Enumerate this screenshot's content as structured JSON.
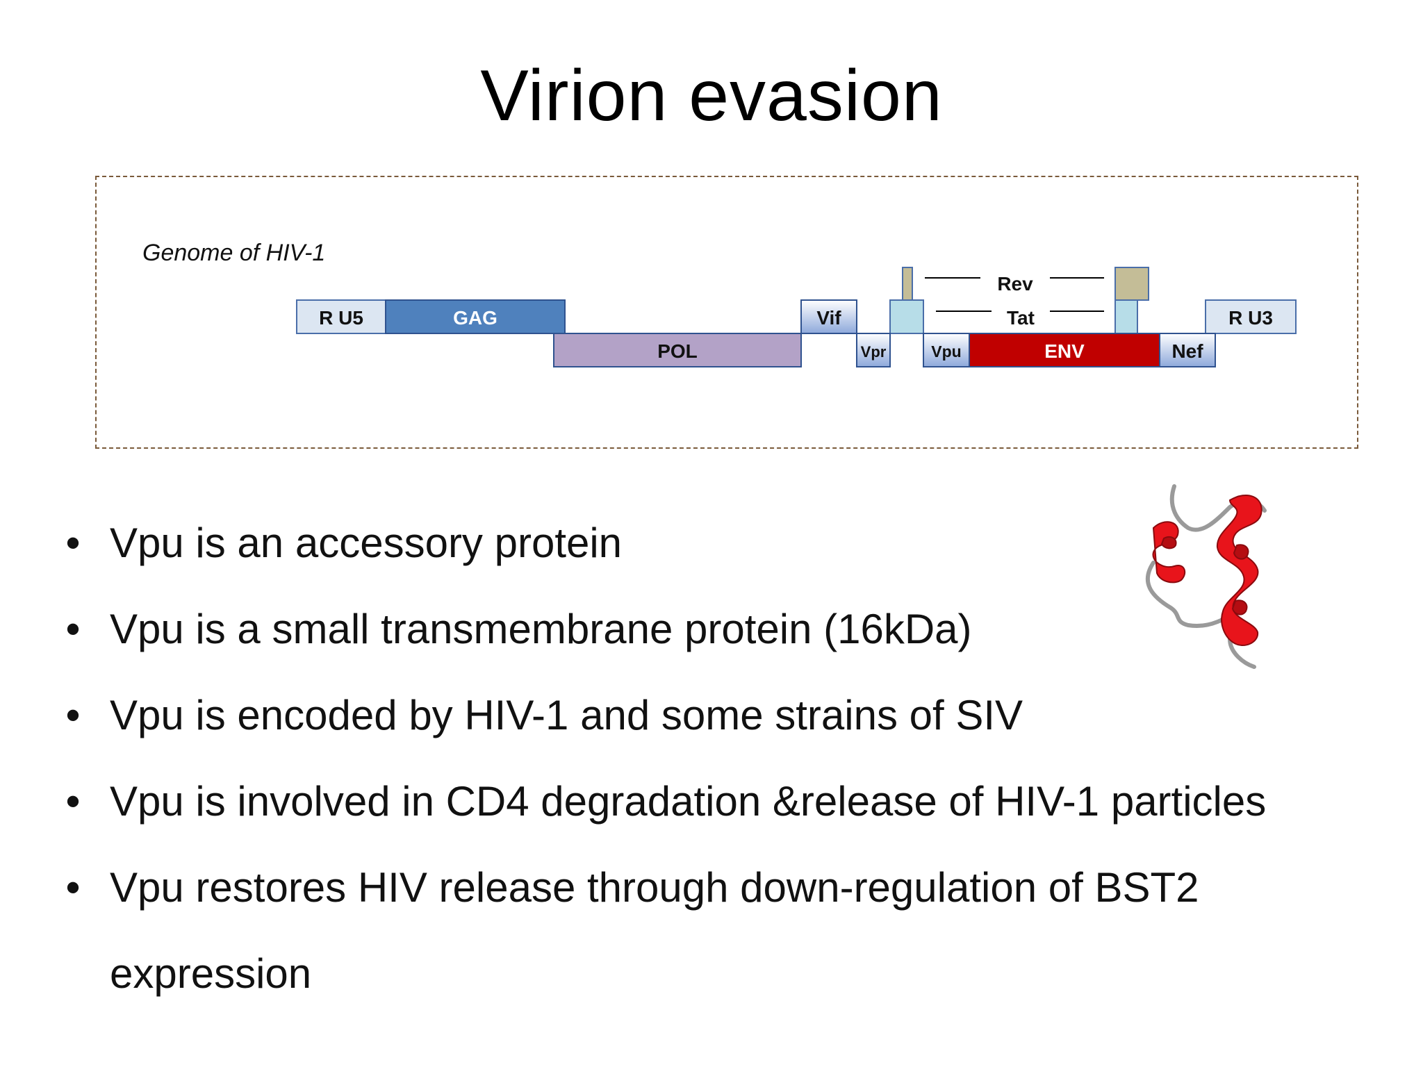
{
  "slide": {
    "title": "Virion evasion"
  },
  "genome": {
    "label": "Genome of HIV-1",
    "genes": {
      "ru5": "R U5",
      "gag": "GAG",
      "pol": "POL",
      "vif": "Vif",
      "vpr": "Vpr",
      "vpu": "Vpu",
      "env": "ENV",
      "nef": "Nef",
      "ru3": "R U3",
      "rev": "Rev",
      "tat": "Tat"
    },
    "colors": {
      "ltr_fill": "#dce6f2",
      "ltr_border": "#4a6ea9",
      "gag": "#4f81bd",
      "pol": "#b3a2c7",
      "accessory_light": "#ffffff",
      "accessory_dark": "#8ea9db",
      "exon_light_blue": "#b7dde8",
      "exon_tan": "#c4bd97",
      "env": "#c00000",
      "border": "#2f528f"
    }
  },
  "bullets": [
    "Vpu is an accessory protein",
    "Vpu is a small transmembrane protein (16kDa)",
    "Vpu is encoded by HIV-1 and some strains of SIV",
    "Vpu is involved in CD4 degradation &release of HIV-1 particles",
    "Vpu restores HIV release through down-regulation of BST2"
  ],
  "bullet_continuation": "expression",
  "image": {
    "icon": "protein-structure-icon",
    "color": "#e8141b"
  }
}
